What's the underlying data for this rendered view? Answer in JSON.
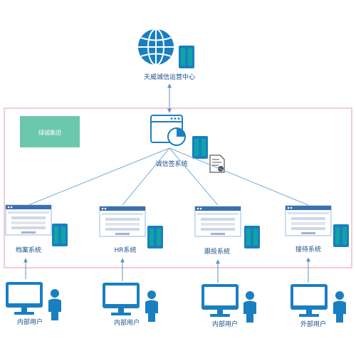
{
  "hub": {
    "label": "天威诚信运营中心",
    "icon": "globe-icon"
  },
  "group": {
    "label": "绿城集团",
    "color": "#6cc8ad"
  },
  "signing": {
    "label": "诚信签系统",
    "icon": "signing-system-icon",
    "cert_icon": "certificate-icon"
  },
  "systems": [
    {
      "label": "档案系统",
      "icon": "web-app-window-icon"
    },
    {
      "label": "HR系统",
      "icon": "web-app-window-icon"
    },
    {
      "label": "跟投系统",
      "icon": "web-app-window-icon"
    },
    {
      "label": "接待系统",
      "icon": "web-app-window-icon"
    }
  ],
  "users": [
    {
      "label": "内部用户",
      "icon": "monitor-user-icon"
    },
    {
      "label": "内部用户",
      "icon": "monitor-user-icon"
    },
    {
      "label": "内部用户",
      "icon": "monitor-user-icon"
    },
    {
      "label": "外部用户",
      "icon": "monitor-user-icon"
    }
  ],
  "colors": {
    "primary": "#1a7fc1",
    "boundary": "#f3a6b6",
    "line": "#7aaed6",
    "server": "#0ea5a4"
  }
}
